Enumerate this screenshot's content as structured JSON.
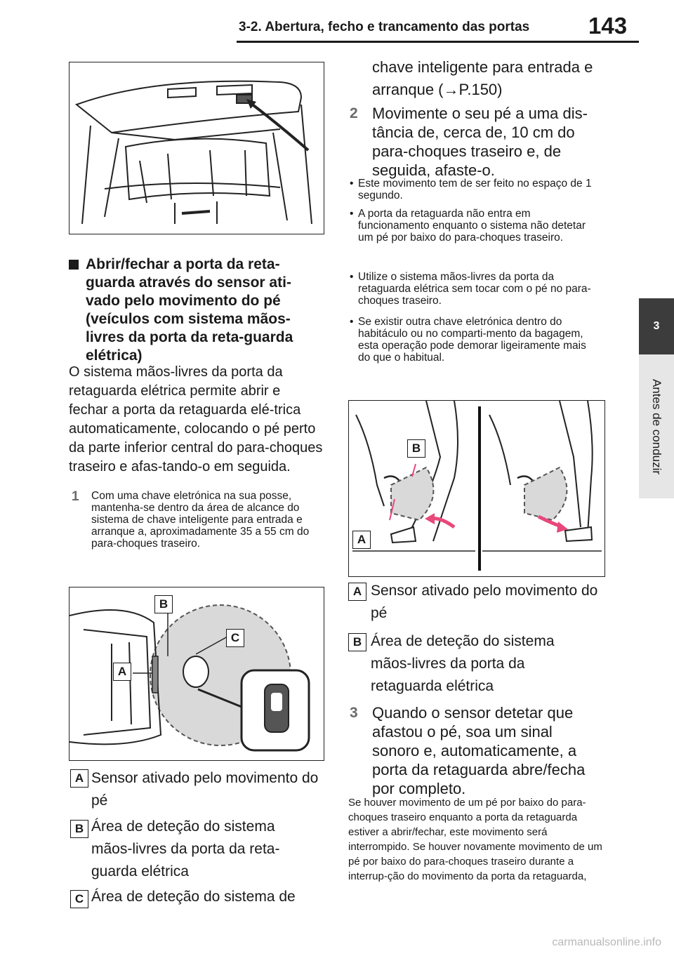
{
  "header": {
    "title": "3-2. Abertura, fecho e trancamento das portas",
    "page_number": "143"
  },
  "side_tab": {
    "chapter_number": "3",
    "chapter_title": "Antes de conduzir"
  },
  "left_column": {
    "heading": "Abrir/fechar a porta da reta-guarda através do sensor ati-vado pelo movimento do pé (veículos com sistema mãos-livres da porta da reta-guarda elétrica)",
    "intro": "O sistema mãos-livres da porta da retaguarda elétrica permite abrir e fechar a porta da retaguarda elé-trica automaticamente, colocando o pé perto da parte inferior central do para-choques traseiro e afas-tando-o em seguida.",
    "step1_number": "1",
    "step1_text": "Com uma chave eletrónica na sua posse, mantenha-se dentro da área de alcance do sistema de chave inteligente para entrada e arranque a, aproximadamente 35 a 55 cm do para-choques traseiro.",
    "figure2_labels": {
      "a": "A",
      "b": "B",
      "c": "C"
    },
    "legend": [
      {
        "label": "A",
        "text": "Sensor ativado pelo movimento do pé"
      },
      {
        "label": "B",
        "text": "Área de deteção do sistema mãos-livres da porta da reta-guarda elétrica"
      },
      {
        "label": "C",
        "text": "Área de deteção do sistema de"
      }
    ]
  },
  "right_column": {
    "continuation": "chave inteligente para entrada e arranque (→P.150)",
    "step2_number": "2",
    "step2_text": "Movimente o seu pé a uma dis-tância de, cerca de, 10 cm do para-choques traseiro e, de seguida, afaste-o.",
    "bullets": [
      "Este movimento tem de ser feito no espaço de 1 segundo.",
      "A porta da retaguarda não entra em funcionamento enquanto o sistema não detetar um pé por baixo do para-choques traseiro.",
      "Utilize o sistema mãos-livres da porta da retaguarda elétrica sem tocar com o pé no para-choques traseiro.",
      "Se existir outra chave eletrónica dentro do habitáculo ou no comparti-mento da bagagem, esta operação pode demorar ligeiramente mais do que o habitual."
    ],
    "figure3_labels": {
      "a": "A",
      "b": "B"
    },
    "legend": [
      {
        "label": "A",
        "text": "Sensor ativado pelo movimento do pé"
      },
      {
        "label": "B",
        "text": "Área de deteção do sistema mãos-livres da porta da retaguarda elétrica"
      }
    ],
    "step3_number": "3",
    "step3_text": "Quando o sensor detetar que afastou o pé, soa um sinal sonoro e, automaticamente, a porta da retaguarda abre/fecha por completo.",
    "closing": "Se houver movimento de um pé por baixo do para-choques traseiro enquanto a porta da retaguarda estiver a abrir/fechar, este movimento será interrompido. Se houver novamente movimento de um pé por baixo do para-choques traseiro durante a interrup-ção do movimento da porta da retaguarda,"
  },
  "watermark": "carmanualsonline.info"
}
